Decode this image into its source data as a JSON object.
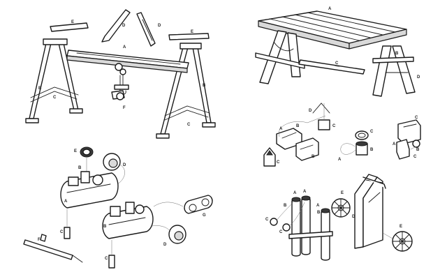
{
  "colors": {
    "ink": "#1a1a1a",
    "shade": "#d9d9d9",
    "paper": "#ffffff"
  },
  "panels": [
    {
      "id": "gantry",
      "labels": {
        "a": "A",
        "b1": "B",
        "b2": "B",
        "c1": "C",
        "c2": "C",
        "d1": "D",
        "d2": "D",
        "e1": "E",
        "e2": "E",
        "f": "F"
      }
    },
    {
      "id": "bench",
      "labels": {
        "a": "A",
        "b": "B",
        "c": "C",
        "d": "D"
      }
    },
    {
      "id": "compressor",
      "labels": {
        "a": "A",
        "b1": "B",
        "b2": "B",
        "c1": "C",
        "c2": "C",
        "d1": "D",
        "d2": "D",
        "e": "E",
        "f": "F",
        "g": "G"
      }
    },
    {
      "id": "clamps",
      "labels": {
        "a1": "A",
        "a2": "A",
        "a3": "A",
        "b1": "B",
        "b2": "B",
        "b3": "B",
        "b4": "B",
        "c1": "C",
        "c2": "C",
        "c3": "C",
        "c4": "C",
        "c5": "C",
        "d": "D"
      }
    },
    {
      "id": "cylinders",
      "labels": {
        "a1": "A",
        "a2": "A",
        "a3": "A",
        "b1": "B",
        "b2": "B",
        "c1": "C",
        "c2": "C",
        "d": "D",
        "e1": "E",
        "e2": "E"
      }
    }
  ]
}
